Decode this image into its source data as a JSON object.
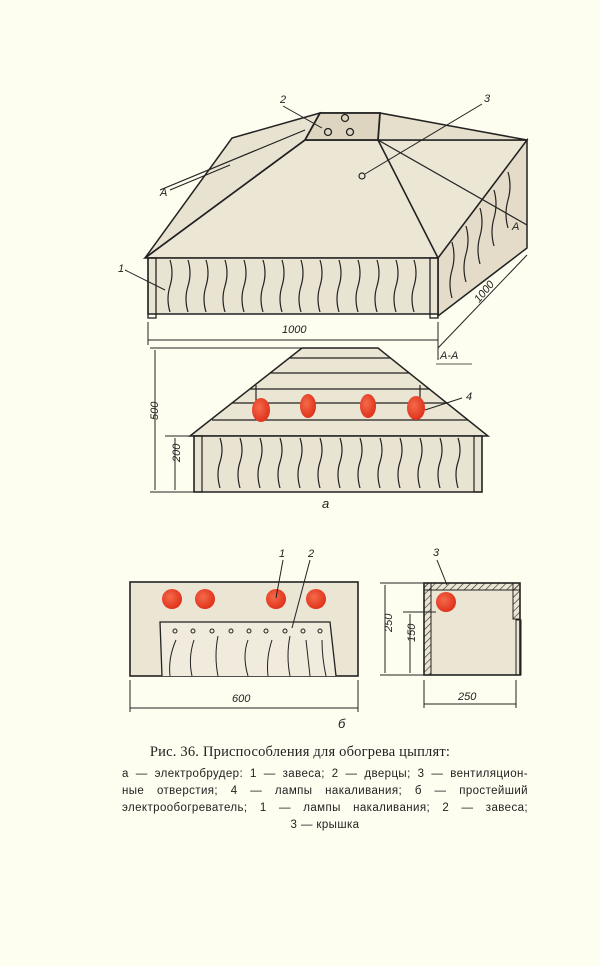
{
  "figure": {
    "number": "Рис. 36.",
    "title": "Приспособления для обогрева цыплят:",
    "caption_lines": [
      "а — электробрудер: 1 — завеса; 2 — дверцы; 3 — вентиляцион-",
      "ные отверстия; 4 — лампы накаливания; б — простейший",
      "электрообогреватель; 1 — лампы накаливания; 2 — завеса;",
      "3 — крышка"
    ]
  },
  "diagram_a": {
    "label": "а",
    "callouts": {
      "curtain": "1",
      "doors": "2",
      "vents": "3",
      "lamps": "4"
    },
    "section_marks": {
      "left": "А",
      "right": "А",
      "section_title": "А-А"
    },
    "dimensions": {
      "width": "1000",
      "depth": "1000",
      "total_height": "500",
      "wall_height": "200"
    }
  },
  "diagram_b": {
    "label": "б",
    "callouts": {
      "lamps": "1",
      "curtain": "2",
      "lid": "3"
    },
    "dimensions": {
      "length": "600",
      "height": "250",
      "lamp_height": "150",
      "width": "250"
    }
  },
  "colors": {
    "paper": "#fdfdf0",
    "fill": "#e9e3d2",
    "ink": "#222222",
    "lamp": "#e8432a"
  }
}
